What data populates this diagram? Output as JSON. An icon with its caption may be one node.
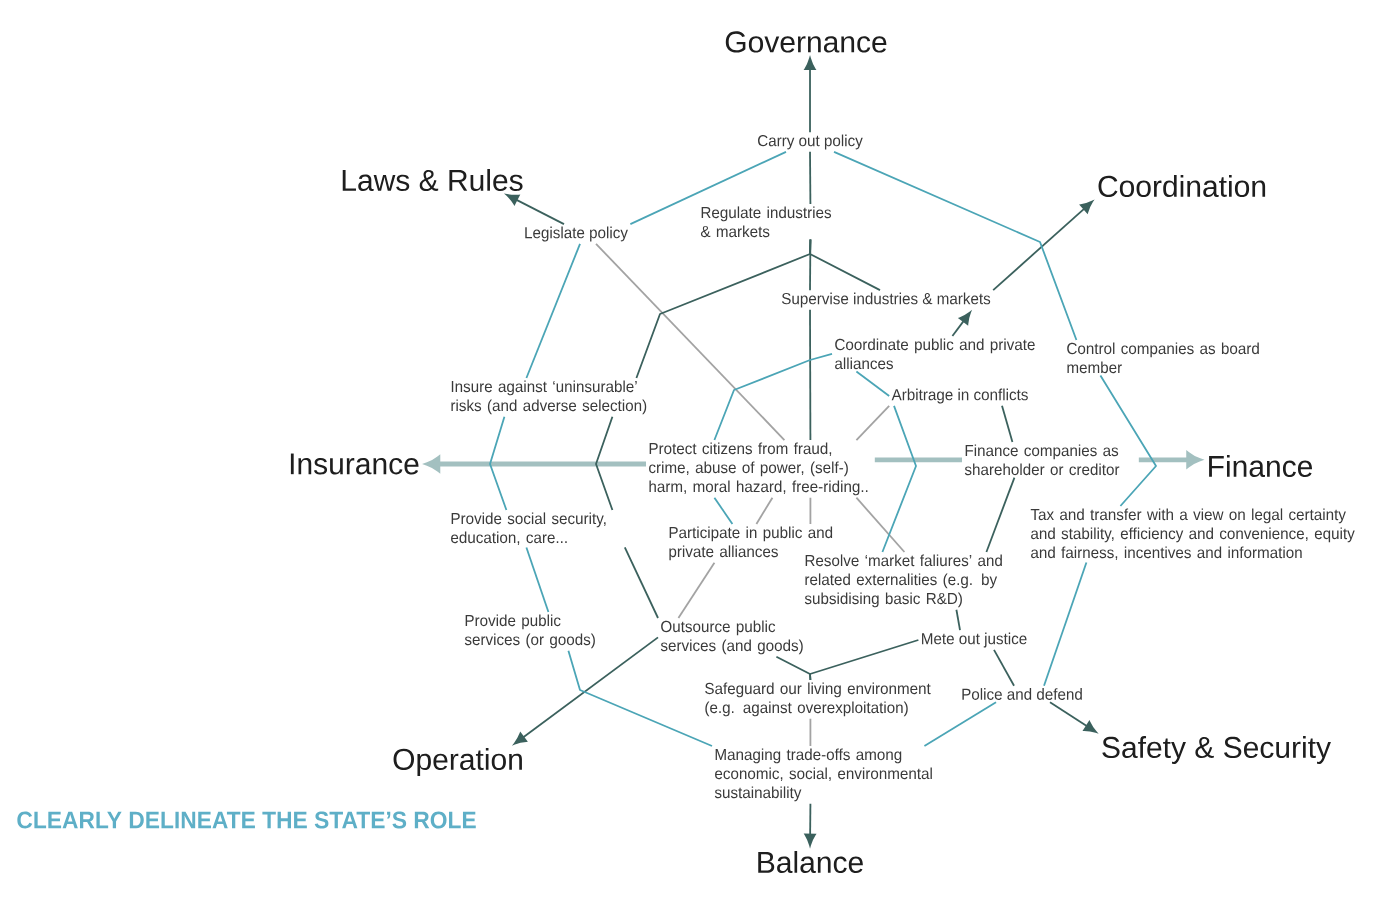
{
  "diagram": {
    "title": "CLEARLY DELINEATE THE STATE’S ROLE",
    "nodes": [
      {
        "text": [
          "Governance"
        ]
      },
      {
        "text": [
          "Laws & Rules"
        ]
      },
      {
        "text": [
          "Coordination"
        ]
      },
      {
        "text": [
          "Insurance"
        ]
      },
      {
        "text": [
          "Finance"
        ]
      },
      {
        "text": [
          "Operation"
        ]
      },
      {
        "text": [
          "Safety & Security"
        ]
      },
      {
        "text": [
          "Balance"
        ]
      },
      {
        "text": [
          "Carry out policy"
        ]
      },
      {
        "text": [
          "Legislate policy"
        ]
      },
      {
        "text": [
          "Regulate industries & markets"
        ]
      },
      {
        "text": [
          "Supervise industries & markets"
        ]
      },
      {
        "text": [
          "Coordinate public and private alliances"
        ]
      },
      {
        "text": [
          "Control companies as board member"
        ]
      },
      {
        "text": [
          "Insure against ‘uninsurable’ risks (and adverse selection)"
        ]
      },
      {
        "text": [
          "Arbitrage in conflicts"
        ]
      },
      {
        "text": [
          "Protect citizens from fraud, crime, abuse of power, (self-) harm, moral hazard, free-riding.."
        ]
      },
      {
        "text": [
          "Finance companies as shareholder or creditor"
        ]
      },
      {
        "text": [
          "Tax and transfer with a view on legal certainty and stability, efficiency and convenience, equity and fairness, incentives and information"
        ]
      },
      {
        "text": [
          "Provide social security, education, care..."
        ]
      },
      {
        "text": [
          "Participate in public and private alliances"
        ]
      },
      {
        "text": [
          "Resolve ‘market faliures’ and related externalities (e.g. by subsidising basic R&D)"
        ]
      },
      {
        "text": [
          "Provide public services (or goods)"
        ]
      },
      {
        "text": [
          "Outsource public services (and goods)"
        ]
      },
      {
        "text": [
          "Mete out justice"
        ]
      },
      {
        "text": [
          "Police and defend"
        ]
      },
      {
        "text": [
          "Safeguard our living environment (e.g. against overexploitation)"
        ]
      },
      {
        "text": [
          "Managing trade-offs among economic, social, environmental sustainability"
        ]
      }
    ],
    "edges": [
      {
        "from": 8,
        "to": 0,
        "arrow": "to"
      },
      {
        "from": 8,
        "to": 10,
        "arrow": "none"
      },
      {
        "from": 10,
        "to": 11,
        "arrow": "none"
      },
      {
        "from": 11,
        "to": 16,
        "arrow": "none"
      },
      {
        "from": 9,
        "to": 1,
        "arrow": "to"
      },
      {
        "from": 9,
        "to": 16,
        "arrow": "none",
        "color": "#a3a3a3"
      },
      {
        "from": 11,
        "to": 2,
        "arrow": "to"
      },
      {
        "from": 12,
        "to": 11,
        "arrow": "to"
      },
      {
        "from": 16,
        "to": 15,
        "arrow": "none",
        "color": "#a3a3a3"
      },
      {
        "from": 16,
        "to": 3,
        "arrow": "to",
        "style": "thick",
        "color": "#a3c0c0"
      },
      {
        "from": 16,
        "to": 17,
        "arrow": "none",
        "style": "thick",
        "color": "#a3c0c0"
      },
      {
        "from": 17,
        "to": 4,
        "arrow": "to",
        "style": "thick",
        "color": "#a3c0c0"
      },
      {
        "from": 20,
        "to": 23,
        "arrow": "none",
        "color": "#a3a3a3"
      },
      {
        "from": 23,
        "to": 5,
        "arrow": "to"
      },
      {
        "from": 16,
        "to": 20,
        "arrow": "none",
        "color": "#a3a3a3"
      },
      {
        "from": 16,
        "to": 20,
        "arrow": "none",
        "color": "#a3a3a3"
      },
      {
        "from": 16,
        "to": 21,
        "arrow": "none",
        "color": "#a3a3a3"
      },
      {
        "from": 24,
        "to": 25,
        "arrow": "none"
      },
      {
        "from": 25,
        "to": 6,
        "arrow": "to"
      },
      {
        "from": 26,
        "to": 27,
        "arrow": "none",
        "color": "#a3a3a3"
      },
      {
        "from": 27,
        "to": 7,
        "arrow": "to"
      },
      {
        "from": 23,
        "to": 26,
        "arrow": "none"
      },
      {
        "from": 24,
        "to": 26,
        "arrow": "none"
      },
      {
        "from": 8,
        "to": 9,
        "arrow": "none",
        "color": "#4ba5b6"
      },
      {
        "from": 8,
        "to": 13,
        "arrow": "none",
        "color": "#4ba5b6"
      },
      {
        "from": 9,
        "to": 14,
        "arrow": "none",
        "color": "#4ba5b6"
      },
      {
        "from": 14,
        "to": 19,
        "arrow": "none",
        "color": "#4ba5b6"
      },
      {
        "from": 19,
        "to": 22,
        "arrow": "none",
        "color": "#4ba5b6"
      },
      {
        "from": 22,
        "to": 27,
        "arrow": "none",
        "color": "#4ba5b6"
      },
      {
        "from": 27,
        "to": 25,
        "arrow": "none",
        "color": "#4ba5b6"
      },
      {
        "from": 25,
        "to": 18,
        "arrow": "none",
        "color": "#4ba5b6"
      },
      {
        "from": 13,
        "to": 18,
        "arrow": "none",
        "color": "#4ba5b6"
      },
      {
        "from": 10,
        "to": 14,
        "arrow": "none"
      },
      {
        "from": 14,
        "to": 19,
        "arrow": "none"
      },
      {
        "from": 19,
        "to": 23,
        "arrow": "none"
      },
      {
        "from": 10,
        "to": 11,
        "arrow": "none"
      },
      {
        "from": 15,
        "to": 17,
        "arrow": "none"
      },
      {
        "from": 17,
        "to": 21,
        "arrow": "none"
      },
      {
        "from": 21,
        "to": 24,
        "arrow": "none"
      },
      {
        "from": 16,
        "to": 12,
        "arrow": "none",
        "color": "#4ba5b6"
      },
      {
        "from": 12,
        "to": 15,
        "arrow": "none",
        "color": "#4ba5b6"
      },
      {
        "from": 15,
        "to": 21,
        "arrow": "none",
        "color": "#4ba5b6"
      },
      {
        "from": 16,
        "to": 20,
        "arrow": "none",
        "color": "#4ba5b6"
      }
    ]
  }
}
